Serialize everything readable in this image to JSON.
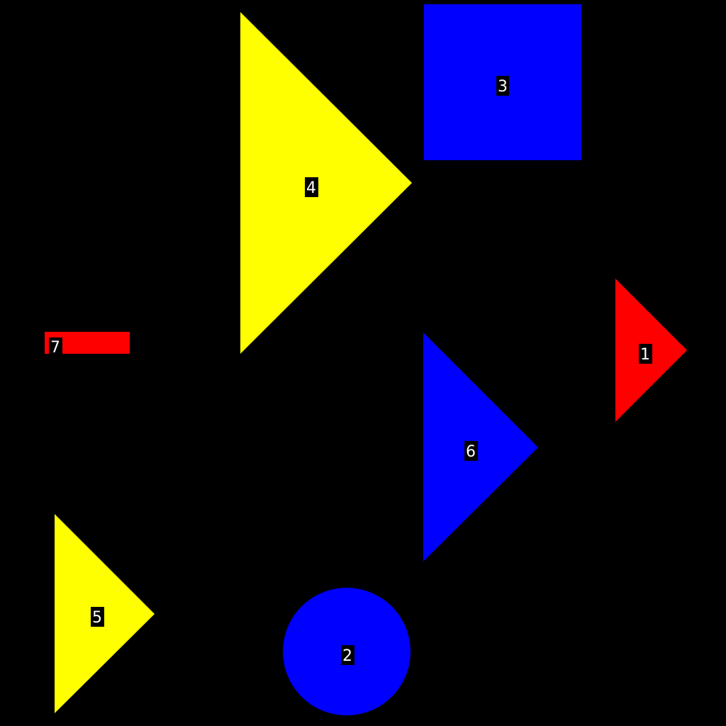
{
  "colors": {
    "background": "#000000",
    "red": "#ff0000",
    "yellow": "#ffff00",
    "blue": "#0000ff",
    "label_text": "#ffffff",
    "label_bg": "#000000"
  },
  "shapes": [
    {
      "id": "1",
      "kind": "triangle",
      "color": "red",
      "label": "1"
    },
    {
      "id": "2",
      "kind": "circle",
      "color": "blue",
      "label": "2"
    },
    {
      "id": "3",
      "kind": "square",
      "color": "blue",
      "label": "3"
    },
    {
      "id": "4",
      "kind": "triangle",
      "color": "yellow",
      "label": "4"
    },
    {
      "id": "5",
      "kind": "triangle",
      "color": "yellow",
      "label": "5"
    },
    {
      "id": "6",
      "kind": "triangle",
      "color": "blue",
      "label": "6"
    },
    {
      "id": "7",
      "kind": "rectangle",
      "color": "red",
      "label": "7"
    }
  ]
}
